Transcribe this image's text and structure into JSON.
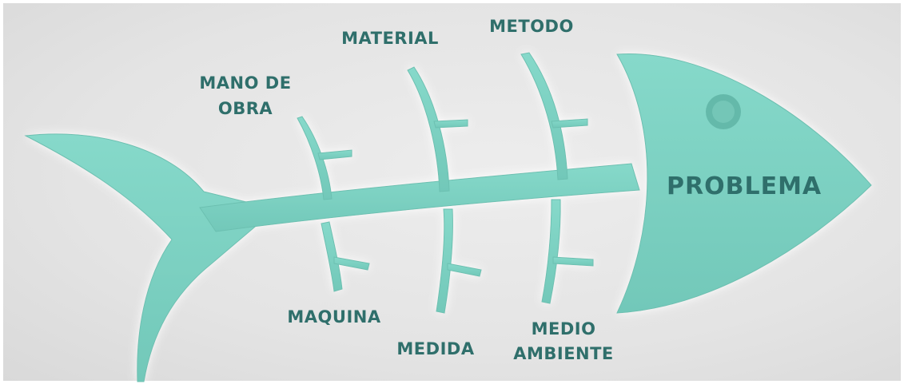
{
  "diagram": {
    "problem": "PROBLEMA",
    "categories_top": [
      {
        "line1": "MANO DE",
        "line2": "OBRA"
      },
      {
        "line1": "MATERIAL",
        "line2": ""
      },
      {
        "line1": "METODO",
        "line2": ""
      }
    ],
    "categories_bottom": [
      {
        "line1": "MAQUINA",
        "line2": ""
      },
      {
        "line1": "MEDIDA",
        "line2": ""
      },
      {
        "line1": "MEDIO",
        "line2": "AMBIENTE"
      }
    ]
  },
  "colors": {
    "fish": "#7fd3c4",
    "fish_shadow": "#5fb3a5",
    "text": "#2f6f6b",
    "background": "#e6e6e6"
  }
}
